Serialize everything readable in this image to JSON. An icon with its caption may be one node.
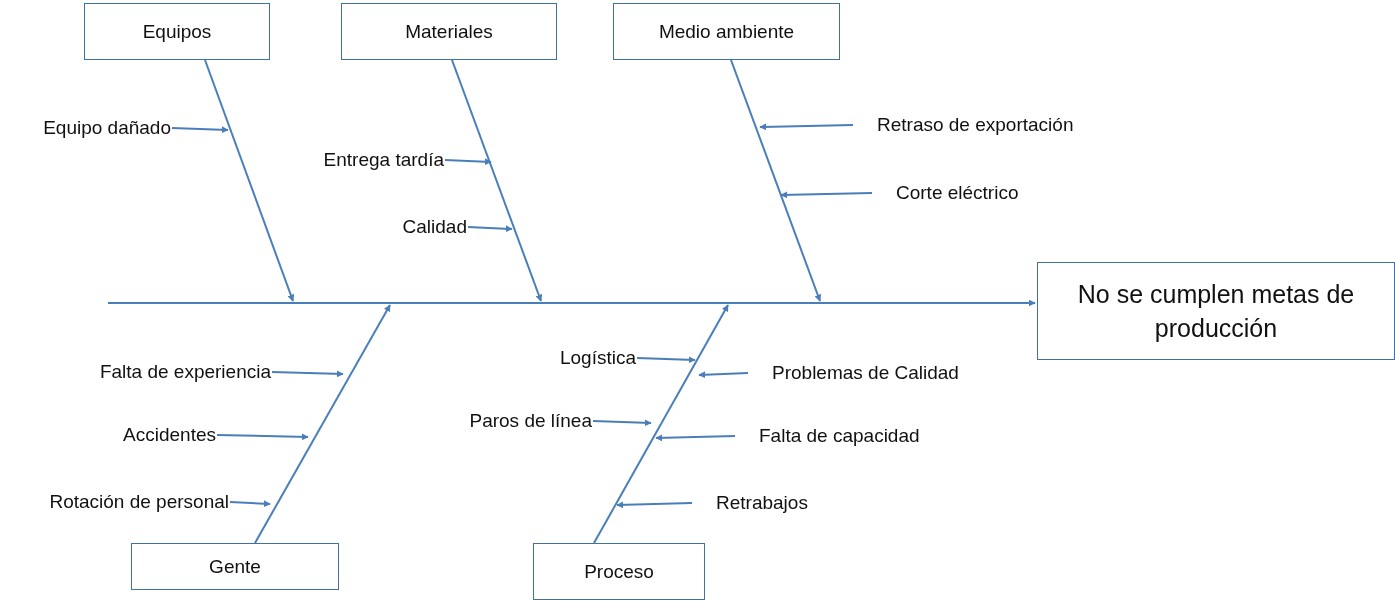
{
  "diagram": {
    "nodes": [
      {
        "text": [
          "Equipos"
        ]
      },
      {
        "text": [
          "Materiales"
        ]
      },
      {
        "text": [
          "Medio ambiente"
        ]
      },
      {
        "text": [
          "Equipo dañado"
        ]
      },
      {
        "text": [
          "Retraso de exportación"
        ]
      },
      {
        "text": [
          "Entrega tardía"
        ]
      },
      {
        "text": [
          "Corte eléctrico"
        ]
      },
      {
        "text": [
          "Calidad"
        ]
      },
      {
        "text": [
          "No se cumplen metas de producción"
        ]
      },
      {
        "text": [
          "Logística"
        ]
      },
      {
        "text": [
          "Falta de experiencia"
        ]
      },
      {
        "text": [
          "Problemas de Calidad"
        ]
      },
      {
        "text": [
          "Paros de línea"
        ]
      },
      {
        "text": [
          "Accidentes"
        ]
      },
      {
        "text": [
          "Falta de capacidad"
        ]
      },
      {
        "text": [
          "Rotación de personal"
        ]
      },
      {
        "text": [
          "Retrabajos"
        ]
      },
      {
        "text": [
          "Gente"
        ]
      },
      {
        "text": [
          "Proceso"
        ]
      }
    ],
    "edges": [
      {
        "from": 0,
        "to": null,
        "arrow": "to"
      },
      {
        "from": 1,
        "to": null,
        "arrow": "to"
      },
      {
        "from": 2,
        "to": null,
        "arrow": "to"
      },
      {
        "from": null,
        "to": 8,
        "arrow": "to"
      },
      {
        "from": 17,
        "to": null,
        "arrow": "to"
      },
      {
        "from": 18,
        "to": null,
        "arrow": "to"
      },
      {
        "from": 3,
        "to": null,
        "arrow": "to"
      },
      {
        "from": 4,
        "to": null,
        "arrow": "to"
      },
      {
        "from": 5,
        "to": null,
        "arrow": "to"
      },
      {
        "from": 6,
        "to": null,
        "arrow": "to"
      },
      {
        "from": 7,
        "to": null,
        "arrow": "to"
      },
      {
        "from": 9,
        "to": null,
        "arrow": "to"
      },
      {
        "from": 10,
        "to": null,
        "arrow": "to"
      },
      {
        "from": 11,
        "to": null,
        "arrow": "to"
      },
      {
        "from": 12,
        "to": null,
        "arrow": "to"
      },
      {
        "from": 13,
        "to": null,
        "arrow": "to"
      },
      {
        "from": 14,
        "to": null,
        "arrow": "to"
      },
      {
        "from": 15,
        "to": null,
        "arrow": "to"
      },
      {
        "from": 16,
        "to": null,
        "arrow": "to"
      }
    ]
  }
}
